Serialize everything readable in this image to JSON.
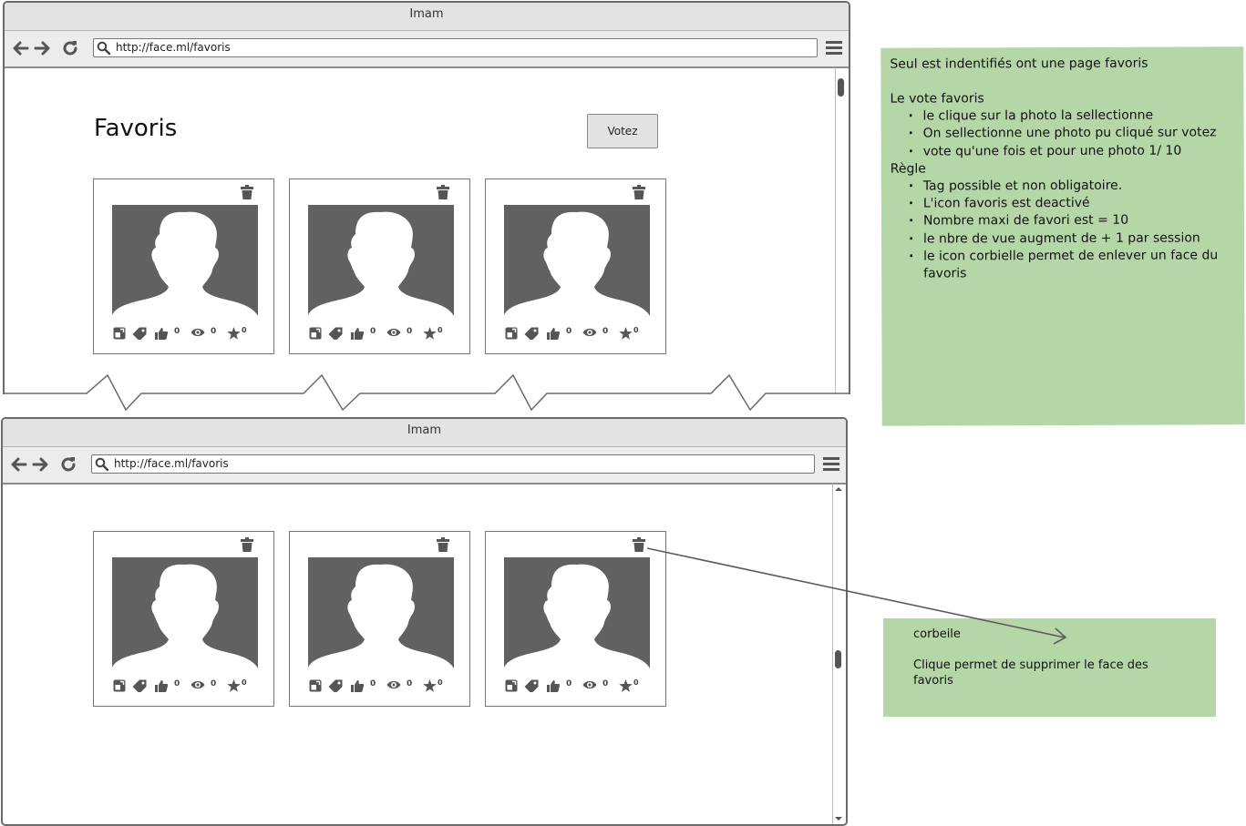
{
  "window": {
    "title": "Imam"
  },
  "address": {
    "url": "http://face.ml/favoris"
  },
  "page": {
    "title": "Favoris",
    "vote_label": "Votez"
  },
  "cards": [
    {
      "likes": "0",
      "views": "0",
      "stars": "0"
    },
    {
      "likes": "0",
      "views": "0",
      "stars": "0"
    },
    {
      "likes": "0",
      "views": "0",
      "stars": "0"
    }
  ],
  "icons": [
    "back-arrow-icon",
    "forward-arrow-icon",
    "reload-icon",
    "search-icon",
    "hamburger-menu-icon",
    "trash-icon",
    "expand-icon",
    "tag-icon",
    "thumbs-up-icon",
    "eye-icon",
    "star-icon",
    "person-silhouette-icon"
  ],
  "notes": {
    "main": {
      "line1": "Seul est indentifiés ont une page favoris",
      "vote_heading": "Le vote favoris",
      "vote_items": [
        "le clique sur la photo la sellectionne",
        "On sellectionne une photo  pu cliqué sur votez",
        "vote qu'une fois et pour une photo 1/ 10"
      ],
      "rule_heading": "Règle",
      "rule_items": [
        "Tag possible et non obligatoire.",
        "L'icon favoris est deactivé",
        "Nombre maxi de favori est = 10",
        "le nbre de vue augment de + 1 par session",
        "le icon corbielle permet de enlever un face du favoris"
      ]
    },
    "corbeille": {
      "title": "corbeile",
      "text": "Clique permet de supprimer le face des favoris"
    }
  },
  "colors": {
    "note_green": "#b5d7a7",
    "photo_gray": "#616161",
    "chrome_gray": "#e3e3e3"
  }
}
